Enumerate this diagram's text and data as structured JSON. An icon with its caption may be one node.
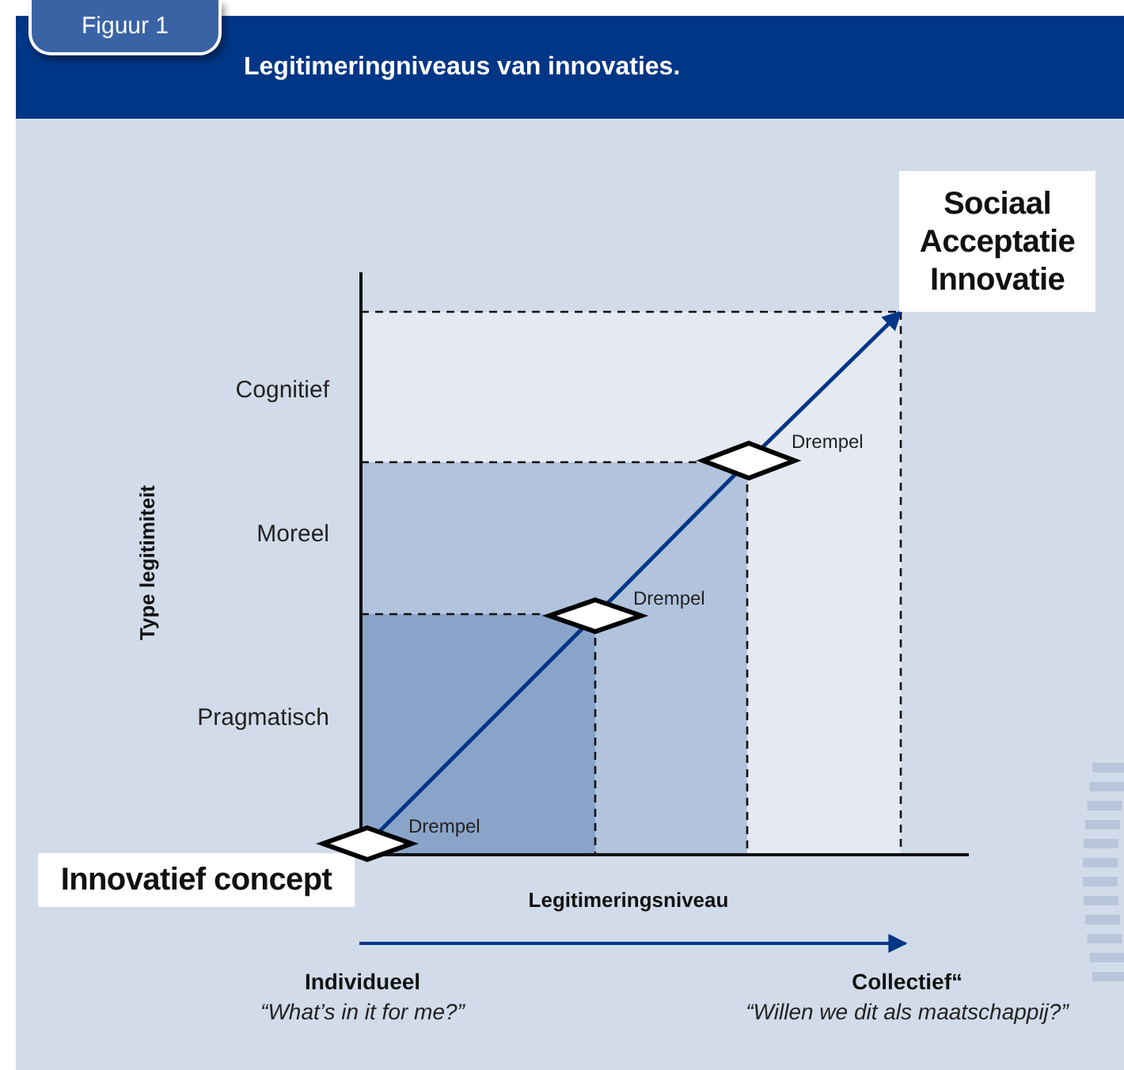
{
  "diagram": {
    "title": "Legitimeringniveaus van innovaties.",
    "nodes": [
      {
        "text": [
          "Innovatief concept"
        ]
      },
      {
        "text": [],
        "shape": "diamond",
        "beside": [
          "Drempel"
        ]
      },
      {
        "text": [],
        "shape": "diamond",
        "beside": [
          "Drempel"
        ]
      },
      {
        "text": [],
        "shape": "diamond",
        "beside": [
          "Drempel"
        ]
      },
      {
        "text": [
          "Sociaal Acceptatie Innovatie"
        ]
      }
    ],
    "edges": [
      {
        "from": 1,
        "to": 2,
        "arrow": "none"
      },
      {
        "from": 2,
        "to": 3,
        "arrow": "none"
      },
      {
        "from": 3,
        "to": 4,
        "arrow": "to"
      }
    ],
    "labels": [
      "Figuur 1",
      "Cognitief",
      "Moreel",
      "Type legitimiteit",
      "Pragmatisch",
      "Legitimeringsniveau",
      "Individueel",
      "“What’s in it for me?”",
      "Collectief“",
      "“Willen we dit als maatschappij?”"
    ]
  }
}
